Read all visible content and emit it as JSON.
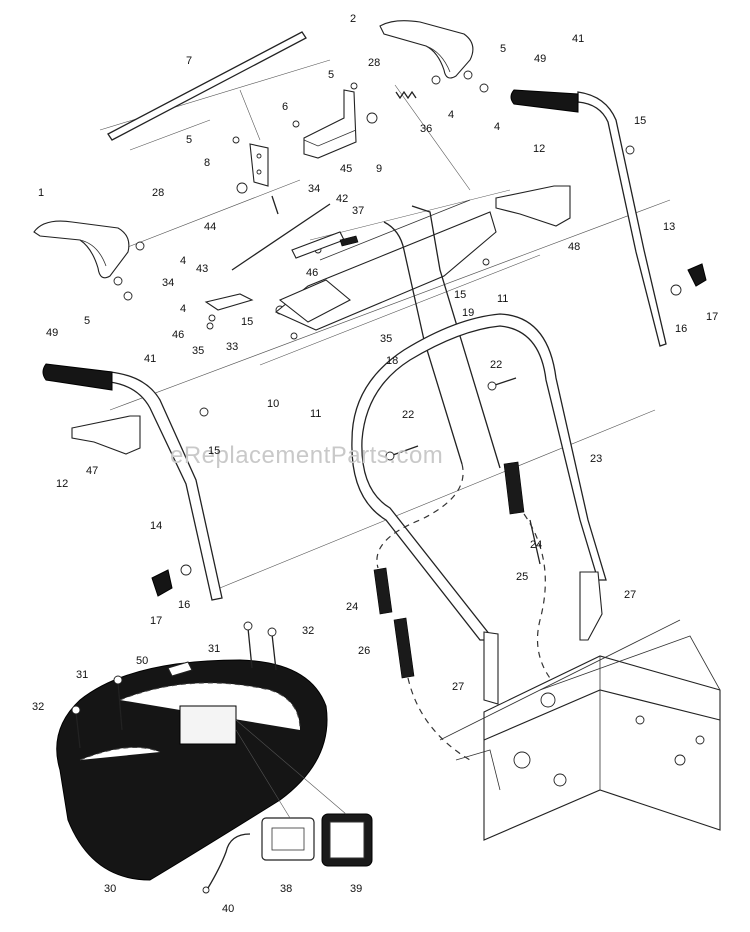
{
  "watermark": "eReplacementParts.com",
  "parts": [
    {
      "id": "1",
      "label": "1"
    },
    {
      "id": "2",
      "label": "2"
    },
    {
      "id": "4a",
      "label": "4"
    },
    {
      "id": "4b",
      "label": "4"
    },
    {
      "id": "4c",
      "label": "4"
    },
    {
      "id": "4d",
      "label": "4"
    },
    {
      "id": "5a",
      "label": "5"
    },
    {
      "id": "5b",
      "label": "5"
    },
    {
      "id": "5c",
      "label": "5"
    },
    {
      "id": "5d",
      "label": "5"
    },
    {
      "id": "6",
      "label": "6"
    },
    {
      "id": "7",
      "label": "7"
    },
    {
      "id": "8",
      "label": "8"
    },
    {
      "id": "9",
      "label": "9"
    },
    {
      "id": "10",
      "label": "10"
    },
    {
      "id": "11a",
      "label": "11"
    },
    {
      "id": "11b",
      "label": "11"
    },
    {
      "id": "12a",
      "label": "12"
    },
    {
      "id": "12b",
      "label": "12"
    },
    {
      "id": "13",
      "label": "13"
    },
    {
      "id": "14",
      "label": "14"
    },
    {
      "id": "15a",
      "label": "15"
    },
    {
      "id": "15b",
      "label": "15"
    },
    {
      "id": "15c",
      "label": "15"
    },
    {
      "id": "15d",
      "label": "15"
    },
    {
      "id": "16a",
      "label": "16"
    },
    {
      "id": "16b",
      "label": "16"
    },
    {
      "id": "17a",
      "label": "17"
    },
    {
      "id": "17b",
      "label": "17"
    },
    {
      "id": "18",
      "label": "18"
    },
    {
      "id": "19",
      "label": "19"
    },
    {
      "id": "22a",
      "label": "22"
    },
    {
      "id": "22b",
      "label": "22"
    },
    {
      "id": "23",
      "label": "23"
    },
    {
      "id": "24a",
      "label": "24"
    },
    {
      "id": "24b",
      "label": "24"
    },
    {
      "id": "25",
      "label": "25"
    },
    {
      "id": "26",
      "label": "26"
    },
    {
      "id": "27a",
      "label": "27"
    },
    {
      "id": "27b",
      "label": "27"
    },
    {
      "id": "28a",
      "label": "28"
    },
    {
      "id": "28b",
      "label": "28"
    },
    {
      "id": "30",
      "label": "30"
    },
    {
      "id": "31a",
      "label": "31"
    },
    {
      "id": "31b",
      "label": "31"
    },
    {
      "id": "32a",
      "label": "32"
    },
    {
      "id": "32b",
      "label": "32"
    },
    {
      "id": "33",
      "label": "33"
    },
    {
      "id": "34a",
      "label": "34"
    },
    {
      "id": "34b",
      "label": "34"
    },
    {
      "id": "35a",
      "label": "35"
    },
    {
      "id": "35b",
      "label": "35"
    },
    {
      "id": "36",
      "label": "36"
    },
    {
      "id": "37",
      "label": "37"
    },
    {
      "id": "38",
      "label": "38"
    },
    {
      "id": "39",
      "label": "39"
    },
    {
      "id": "40",
      "label": "40"
    },
    {
      "id": "41a",
      "label": "41"
    },
    {
      "id": "41b",
      "label": "41"
    },
    {
      "id": "42",
      "label": "42"
    },
    {
      "id": "43",
      "label": "43"
    },
    {
      "id": "44",
      "label": "44"
    },
    {
      "id": "45",
      "label": "45"
    },
    {
      "id": "46a",
      "label": "46"
    },
    {
      "id": "46b",
      "label": "46"
    },
    {
      "id": "47",
      "label": "47"
    },
    {
      "id": "48",
      "label": "48"
    },
    {
      "id": "49a",
      "label": "49"
    },
    {
      "id": "49b",
      "label": "49"
    },
    {
      "id": "50",
      "label": "50"
    }
  ]
}
